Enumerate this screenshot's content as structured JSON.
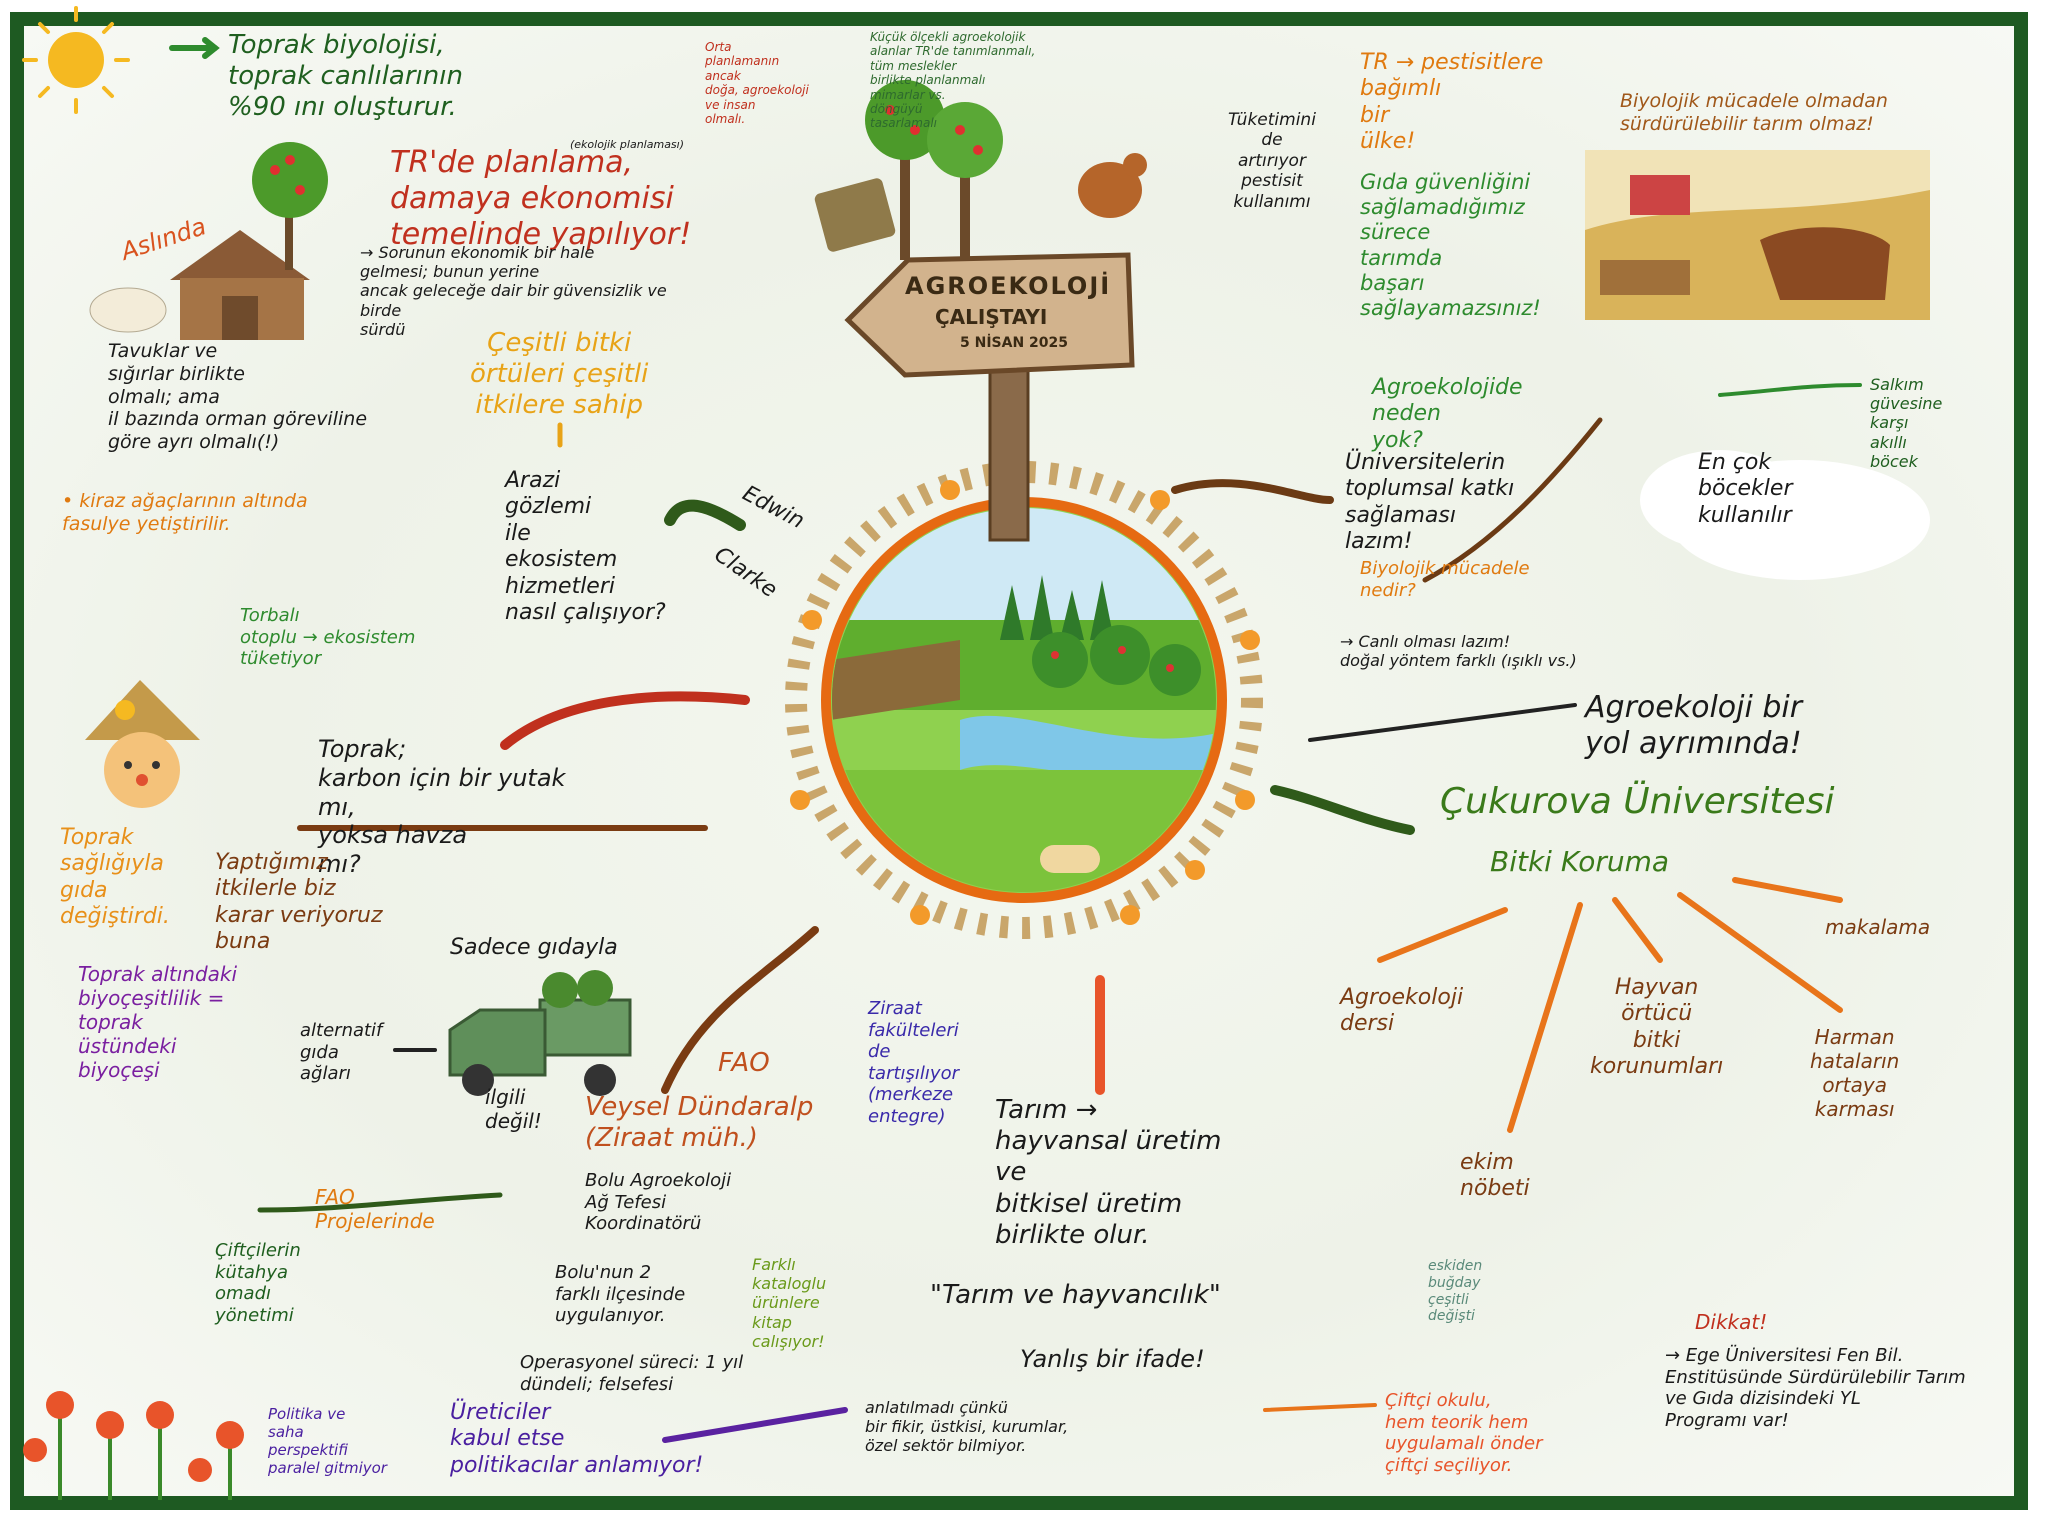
{
  "center": {
    "sign_title": "AGROEKOLOJİ",
    "sign_title2": "ÇALIŞTAYI",
    "sign_date": "5 NİSAN 2025"
  },
  "left": {
    "soil_bio": "Toprak biyolojisi,\ntoprak canlılarının\n%90 ını oluşturur.",
    "aslinda": "Aslında",
    "chickens": "Tavuklar ve\nsığırlar birlikte\nolmalı; ama\nil bazında orman göreviline\ngöre ayrı olmalı(!)",
    "kiraz": "• kiraz ağaçlarının altında\nfasulye yetiştirilir.",
    "turkey_plan": "TR'de planlama,\ndamaya ekonomisi\ntemelinde yapılıyor!",
    "ecologic_plan": "(ekolojik planlaması)",
    "brasil": "→ Sorunun ekonomik bir hale\ngelmesi; bunun yerine\nancak geleceğe dair bir güvensizlik ve\nbirde\nsürdü",
    "diverse": "Çeşitli bitki\nörtüleri çeşitli\nitkilere sahip",
    "planning_line": "Orta\nplanlamanın\nancak\ndoğa, agroekoloji\nve insan\nolmalı.",
    "big_trees": "Küçük ölçekli agroekolojik\nalanlar TR'de tanımlanmalı,\ntüm meslekler\nbirlikte planlanmalı\nmimarlar vs.\ndöngüyü\ntasarlamalı",
    "arazi": "Arazi\ngözlemi\nile\nekosistem\nhizmetleri\nnasıl çalışıyor?",
    "edwin": "Edwin",
    "clarke": "Clarke",
    "torbali": "Torbalı\notoplu → ekosistem\ntüketiyor",
    "toprak_q": "Toprak;\nkarbon için bir yutak\nmı,\nyoksa havza\nmı?",
    "toprak_health": "Toprak\nsağlığıyla\ngıda\ndeğiştirdi.",
    "yaptik": "Yaptığımız\nitkilerle biz\nkarar veriyoruz\nbuna",
    "biyo": "Toprak altındaki\nbiyoçeşitlilik =\ntoprak\nüstündeki\nbiyoçeşi",
    "alt_gida": "alternatif\ngıda\nağları",
    "sadece": "Sadece gıdayla",
    "ilgili": "ilgili\ndeğil!",
    "fao1": "FAO",
    "fao2": "FAO\nProjelerinde",
    "ciftci": "Çiftçilerin\nkütahya\nomadı\nyönetimi",
    "politika": "Politika ve\nsaha\nperspektifi\nparalel gitmiyor",
    "uretici": "Üreticiler\nkabul etse\npolitikacılar anlamıyor!"
  },
  "bottom": {
    "veysel": "Veysel Dündaralp\n(Ziraat müh.)",
    "bolu": "Bolu Agroekoloji\nAğ Tefesi\nKoordinatörü",
    "bolu2": "Bolu'nun 2\nfarklı ilçesinde\nuygulanıyor.",
    "farkli": "Farklı\nkataloglu\nürünlere\nkitap\ncalışıyor!",
    "operasyonel": "Operasyonel süreci: 1 yıl\ndündeli; felsefesi",
    "anlatilmadi": "anlatılmadı çünkü\nbir fikir, üstkisi, kurumlar,\nözel sektör bilmiyor.",
    "ziraat": "Ziraat\nfakülteleri\nde\ntartışılıyor\n(merkeze\nentegre)",
    "tarim": "Tarım →\nhayvansal üretim\nve\nbitkisel üretim\nbirlikte olur.",
    "tarim_hay": "\"Tarım ve hayvancılık\"",
    "yanlis": "Yanlış bir ifade!",
    "ciftci_okul": "Çiftçi okulu,\nhem teorik hem\nuygulamalı önder\nçiftçi seçiliyor.",
    "eskiden": "eskiden\nbuğday\nçeşitli\ndeğişti"
  },
  "right": {
    "tr_pest": "TR → pestisitlere\nbağımlı\nbir\nülke!",
    "tuketim": "Tüketimini\nde\nartırıyor\npestisit\nkullanımı",
    "gida_guv": "Gıda güvenliğini\nsağlamadığımız\nsürece\ntarımda\nbaşarı\nsağlayamazsınız!",
    "bio_mucadele": "Biyolojik mücadele olmadan\nsürdürülebilir tarım olmaz!",
    "agro_neden": "Agroekolojide\nneden\nyok?",
    "univ": "Üniversitelerin\ntoplumsal katkı\nsağlaması\nlazım!",
    "en_cok": "En çok\nböcekler\nkullanılır",
    "salkim": "Salkım\ngüvesine\nkarşı\nakıllı\nböcek",
    "bio_ne": "Biyolojik mücadele\nnedir?",
    "canli": "→ Canlı olması lazım!\ndoğal yöntem farklı (ışıklı vs.)",
    "yol": "Agroekoloji bir\nyol ayrımında!",
    "cukurova": "Çukurova Üniversitesi",
    "bitki": "Bitki Koruma",
    "agro_ders": "Agroekoloji\ndersi",
    "ekim": "ekim\nnöbeti",
    "hayvan": "Hayvan\nörtücü\nbitki\nkorunumları",
    "mokloma": "makalama",
    "harman": "Harman\nhataların\nortaya\nkarması",
    "dikkat": "Dikkat!",
    "ege": "→ Ege Üniversitesi Fen Bil.\nEnstitüsünde Sürdürülebilir Tarım\nve Gıda dizisindeki YL\nProgramı var!"
  }
}
